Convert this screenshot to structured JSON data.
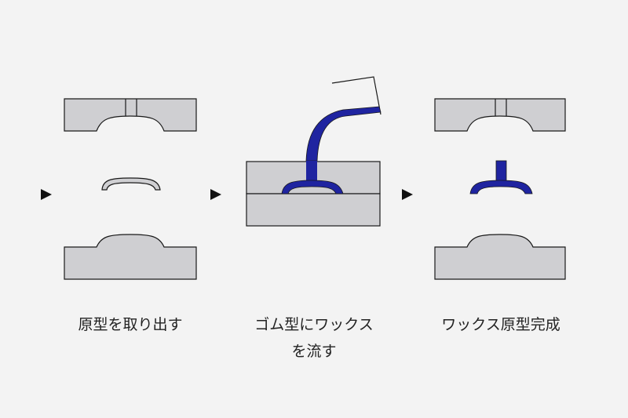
{
  "colors": {
    "background": "#f3f3f3",
    "mold_fill": "#cfcfd2",
    "outline": "#1a1a1a",
    "wax": "#1f24a0",
    "arrow": "#111111"
  },
  "steps": [
    {
      "caption_lines": [
        "原型を取り出す"
      ]
    },
    {
      "caption_lines": [
        "ゴム型にワックス",
        "を流す"
      ]
    },
    {
      "caption_lines": [
        "ワックス原型完成"
      ]
    }
  ]
}
